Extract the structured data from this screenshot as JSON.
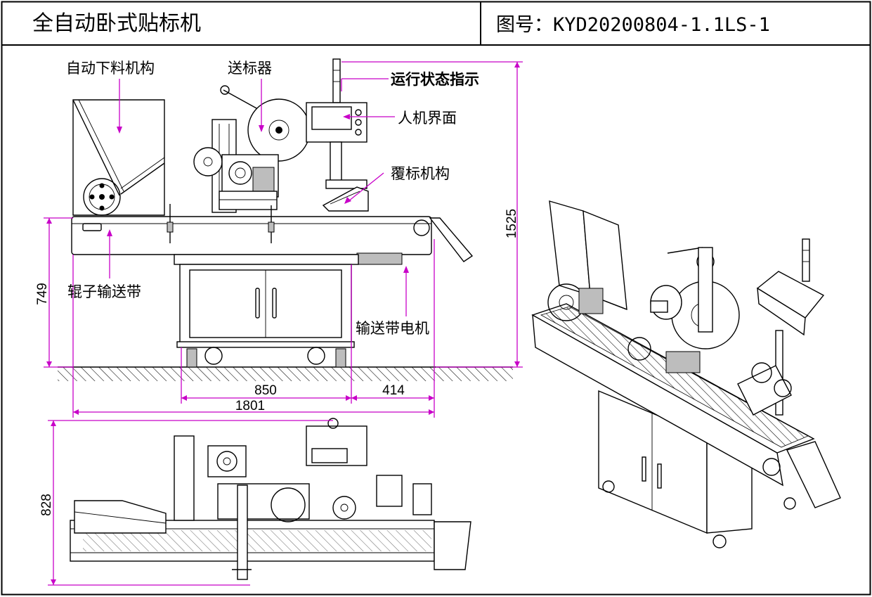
{
  "header": {
    "title": "全自动卧式贴标机",
    "drawing_number": "图号：KYD20200804-1.1LS-1"
  },
  "callouts": {
    "auto_feeder": "自动下料机构",
    "label_feeder": "送标器",
    "status_indicator": "运行状态指示",
    "hmi": "人机界面",
    "label_cover": "覆标机构",
    "roller_conveyor": "辊子输送带",
    "conveyor_motor": "输送带电机"
  },
  "dimensions": {
    "total_height": "1525",
    "table_height": "749",
    "frame_length": "850",
    "motor_offset": "414",
    "total_length": "1801",
    "depth": "828"
  },
  "colors": {
    "dimension_lines": "#c800c8",
    "drawing": "#000000"
  }
}
